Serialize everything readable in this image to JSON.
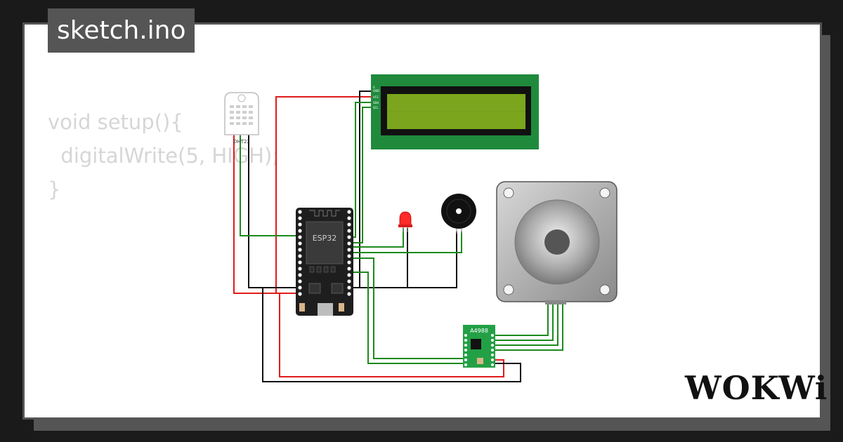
{
  "file": {
    "name": "sketch.ino"
  },
  "code": {
    "lines": [
      "void setup(){",
      "  digitalWrite(5, HIGH);",
      "}"
    ]
  },
  "components": {
    "dht22_label": "DHT22",
    "esp32_label": "ESP32",
    "driver_label": "A4988",
    "lcd_pins": [
      "S",
      "GND",
      "VCC",
      "SDA",
      "SCL"
    ]
  },
  "brand": {
    "logo": "WOKWi"
  },
  "colors": {
    "background": "#1a1a1a",
    "card": "#ffffff",
    "tab": "#555555",
    "wire_red": "#e01b1b",
    "wire_green": "#1d8a1d",
    "wire_black": "#111111",
    "lcd_board": "#1f8a3c",
    "lcd_screen": "#7aa51c"
  }
}
